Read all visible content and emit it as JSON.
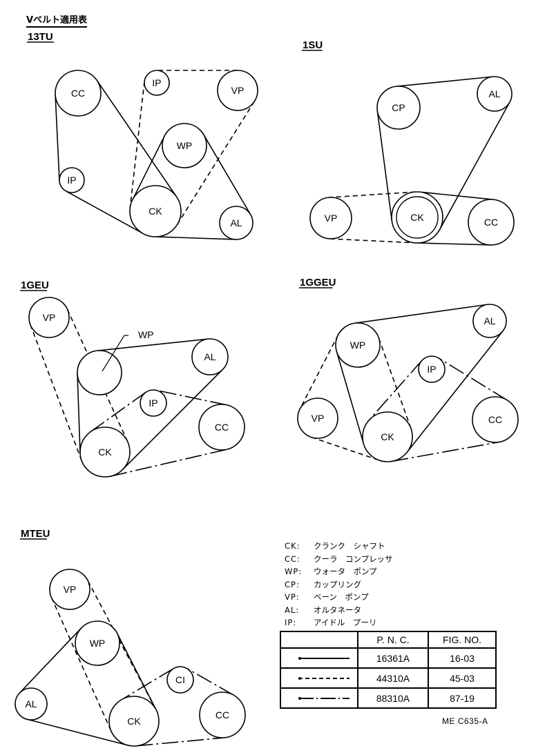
{
  "page_title": "Vベルト適用表",
  "diagrams": [
    {
      "engine": "13TU",
      "pulleys": [
        {
          "id": "CC",
          "label": "CC"
        },
        {
          "id": "IP1",
          "label": "IP"
        },
        {
          "id": "IP2",
          "label": "IP"
        },
        {
          "id": "VP",
          "label": "VP"
        },
        {
          "id": "WP",
          "label": "WP"
        },
        {
          "id": "CK",
          "label": "CK"
        },
        {
          "id": "AL",
          "label": "AL"
        }
      ]
    },
    {
      "engine": "1SU",
      "pulleys": [
        {
          "id": "CP",
          "label": "CP"
        },
        {
          "id": "AL",
          "label": "AL"
        },
        {
          "id": "VP",
          "label": "VP"
        },
        {
          "id": "CK",
          "label": "CK"
        },
        {
          "id": "CC",
          "label": "CC"
        }
      ]
    },
    {
      "engine": "1GEU",
      "pulleys": [
        {
          "id": "VP",
          "label": "VP"
        },
        {
          "id": "WP",
          "label": "WP"
        },
        {
          "id": "AL",
          "label": "AL"
        },
        {
          "id": "IP",
          "label": "IP"
        },
        {
          "id": "CC",
          "label": "CC"
        },
        {
          "id": "CK",
          "label": "CK"
        }
      ]
    },
    {
      "engine": "1GGEU",
      "pulleys": [
        {
          "id": "AL",
          "label": "AL"
        },
        {
          "id": "WP",
          "label": "WP"
        },
        {
          "id": "IP",
          "label": "IP"
        },
        {
          "id": "VP",
          "label": "VP"
        },
        {
          "id": "CC",
          "label": "CC"
        },
        {
          "id": "CK",
          "label": "CK"
        }
      ]
    },
    {
      "engine": "MTEU",
      "pulleys": [
        {
          "id": "VP",
          "label": "VP"
        },
        {
          "id": "WP",
          "label": "WP"
        },
        {
          "id": "CI",
          "label": "CI"
        },
        {
          "id": "AL",
          "label": "AL"
        },
        {
          "id": "CK",
          "label": "CK"
        },
        {
          "id": "CC",
          "label": "CC"
        }
      ]
    }
  ],
  "legend": [
    {
      "code": "CK:",
      "name": "クランク　シャフト"
    },
    {
      "code": "CC:",
      "name": "クーラ　コンプレッサ"
    },
    {
      "code": "WP:",
      "name": "ウォータ　ポンプ"
    },
    {
      "code": "CP:",
      "name": "カップリング"
    },
    {
      "code": "VP:",
      "name": "ベーン　ポンプ"
    },
    {
      "code": "AL:",
      "name": "オルタネータ"
    },
    {
      "code": "IP:",
      "name": "アイドル　プーリ"
    }
  ],
  "table": {
    "headers": [
      "",
      "P. N. C.",
      "FIG. NO."
    ],
    "rows": [
      {
        "line_style": "solid",
        "pnc": "16361A",
        "fig": "16-03"
      },
      {
        "line_style": "dashed",
        "pnc": "44310A",
        "fig": "45-03"
      },
      {
        "line_style": "dash-dot",
        "pnc": "88310A",
        "fig": "87-19"
      }
    ]
  },
  "footer_code": "ME  C635-A"
}
